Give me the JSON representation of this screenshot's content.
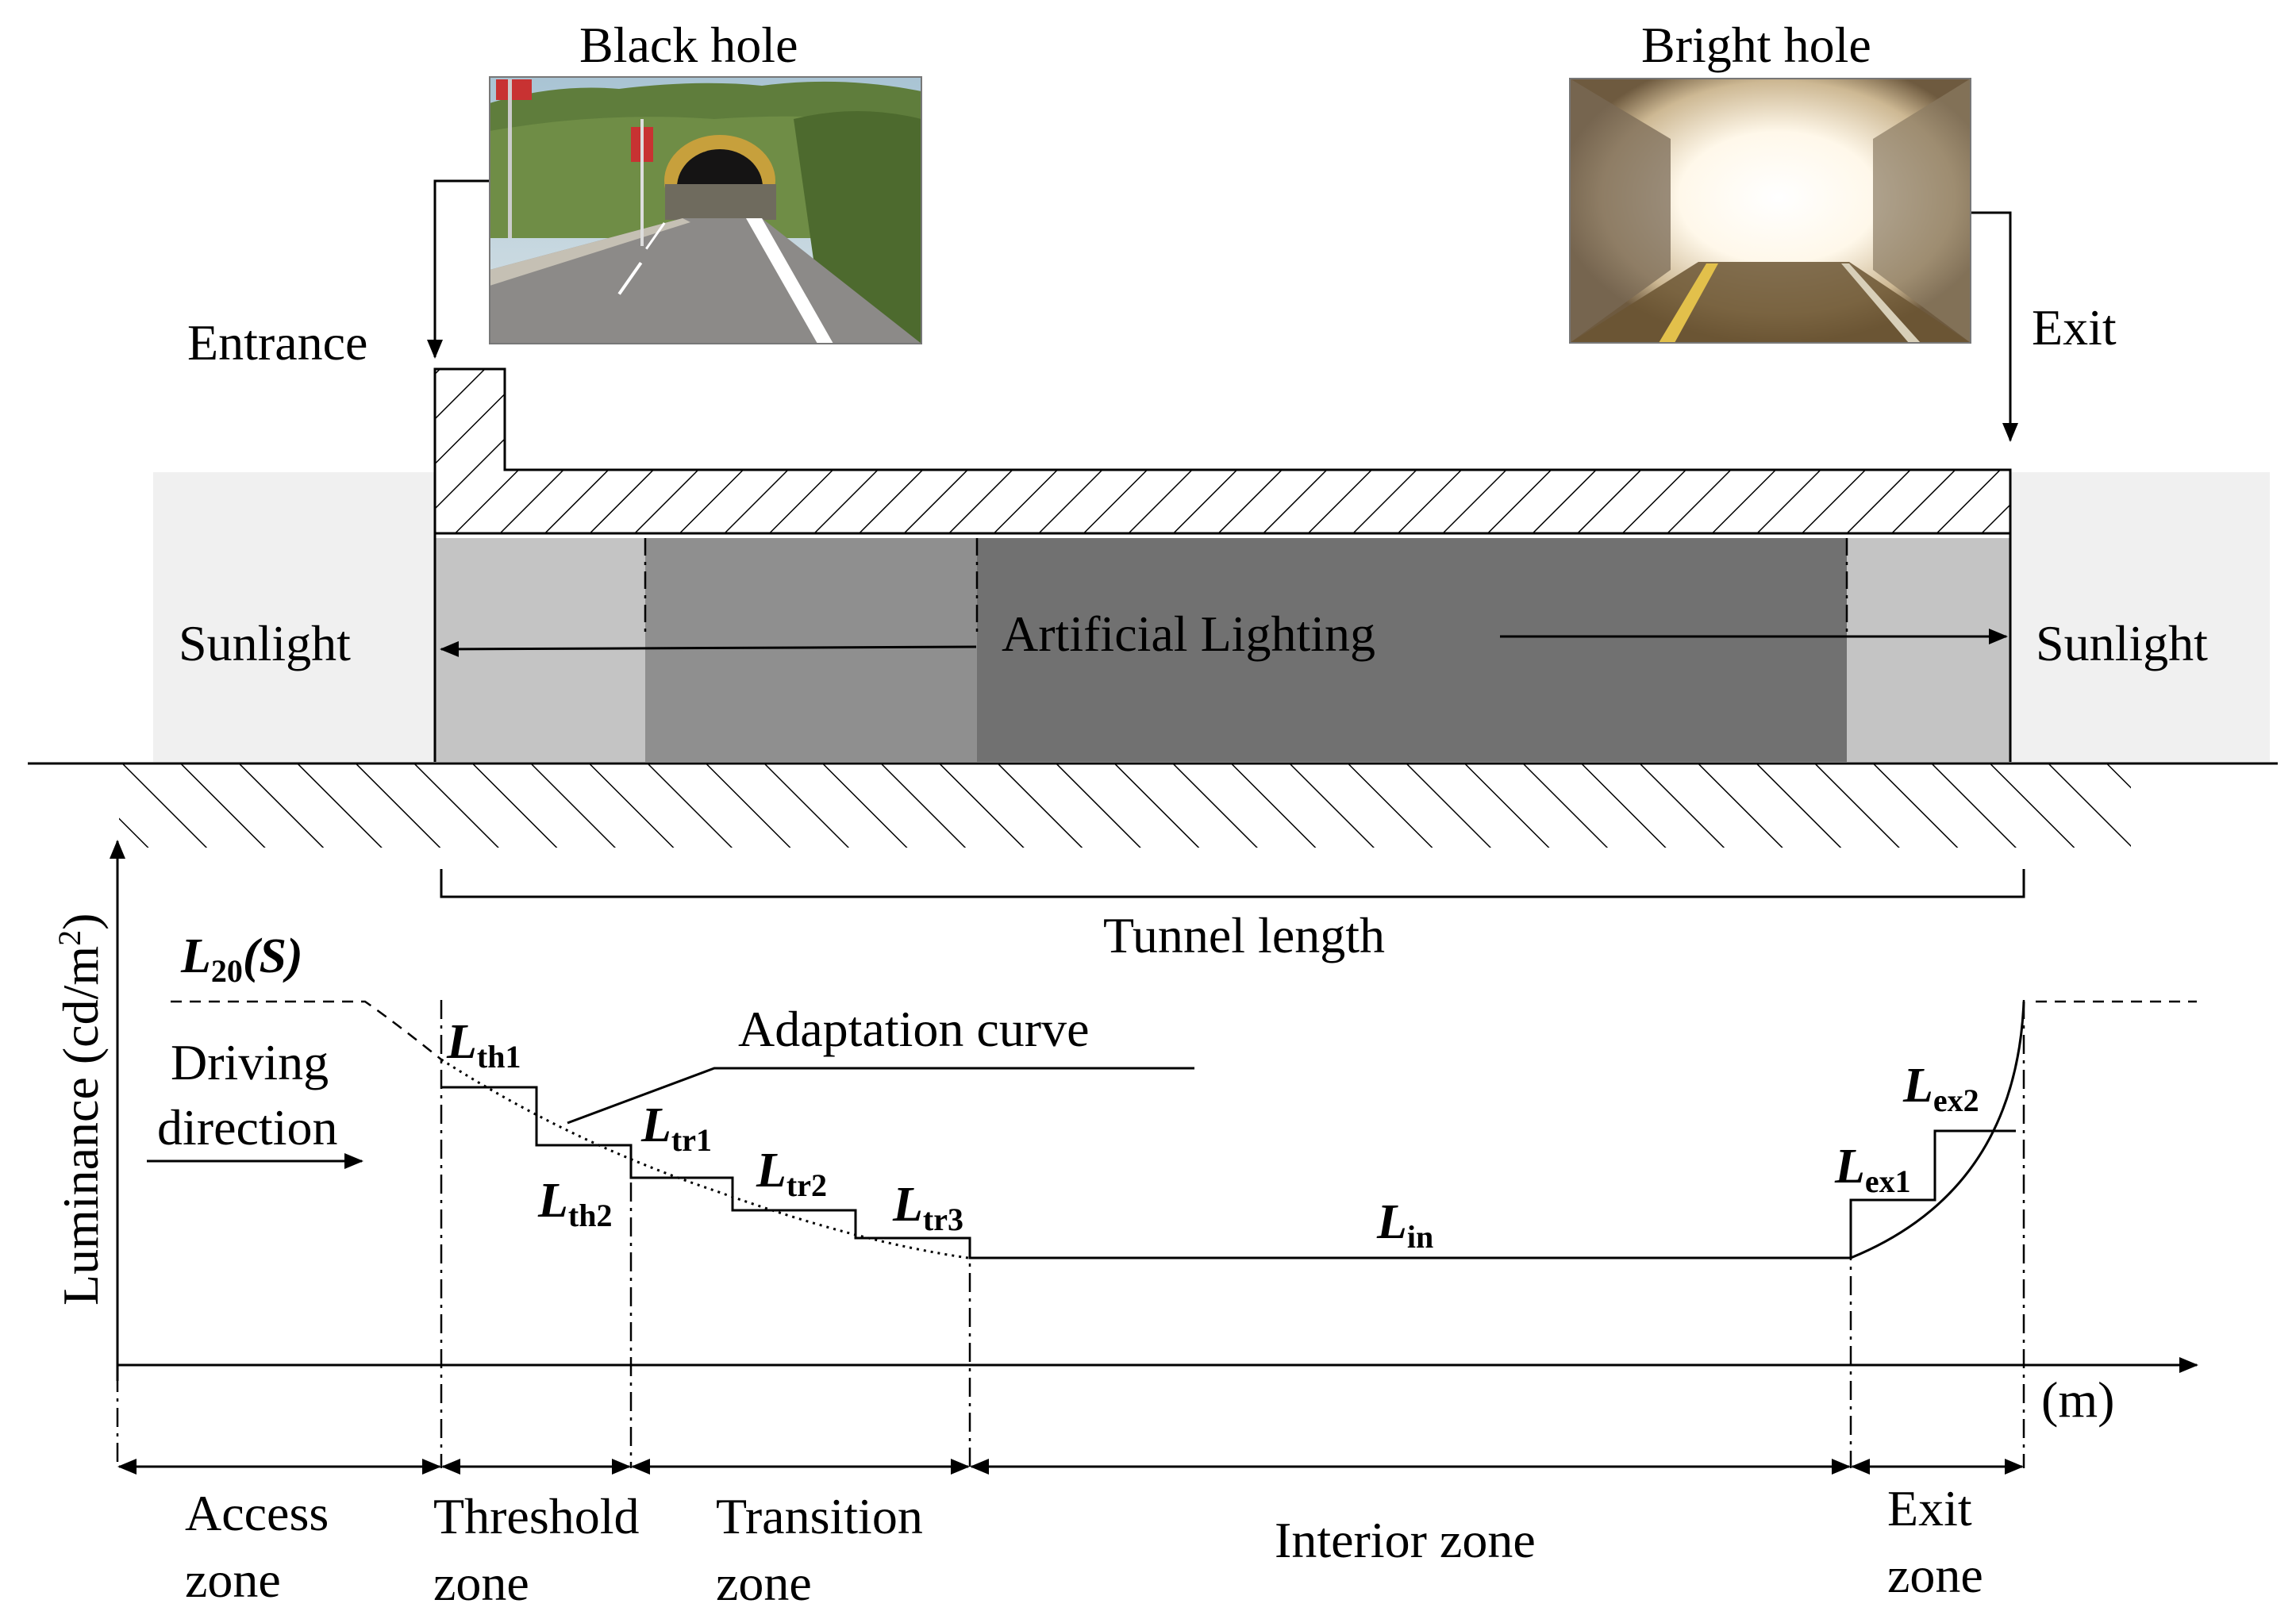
{
  "photos": {
    "entrance_title": "Black hole",
    "exit_title": "Bright hole",
    "entrance_photo": "tunnel-entrance-photo",
    "exit_photo": "tunnel-exit-photo"
  },
  "section": {
    "entrance_label": "Entrance",
    "exit_label": "Exit",
    "sunlight_left": "Sunlight",
    "sunlight_right": "Sunlight",
    "artificial_lighting": "Artificial Lighting"
  },
  "graph": {
    "ylabel_text": "Luminance (cd/m",
    "ylabel_sup": "2",
    "ylabel_close": ")",
    "x_unit": "(m)",
    "tunnel_length": "Tunnel length",
    "l20": {
      "main": "L",
      "sub": "20",
      "rest": "(S)"
    },
    "driving_1": "Driving",
    "driving_2": "direction",
    "adaptation_curve": "Adaptation curve",
    "symbols": {
      "lth1": {
        "main": "L",
        "sub": "th1"
      },
      "lth2": {
        "main": "L",
        "sub": "th2"
      },
      "ltr1": {
        "main": "L",
        "sub": "tr1"
      },
      "ltr2": {
        "main": "L",
        "sub": "tr2"
      },
      "ltr3": {
        "main": "L",
        "sub": "tr3"
      },
      "lin": {
        "main": "L",
        "sub": "in"
      },
      "lex1": {
        "main": "L",
        "sub": "ex1"
      },
      "lex2": {
        "main": "L",
        "sub": "ex2"
      }
    }
  },
  "zones": {
    "access_1": "Access",
    "access_2": "zone",
    "threshold_1": "Threshold",
    "threshold_2": "zone",
    "transition_1": "Transition",
    "transition_2": "zone",
    "interior": "Interior zone",
    "exit_1": "Exit",
    "exit_2": "zone"
  },
  "colors": {
    "sunlight_band": "#f0f0f0",
    "light_gray": "#c4c4c4",
    "mid_gray": "#8f8f8f",
    "dark_gray": "#717171",
    "line": "#000000"
  }
}
